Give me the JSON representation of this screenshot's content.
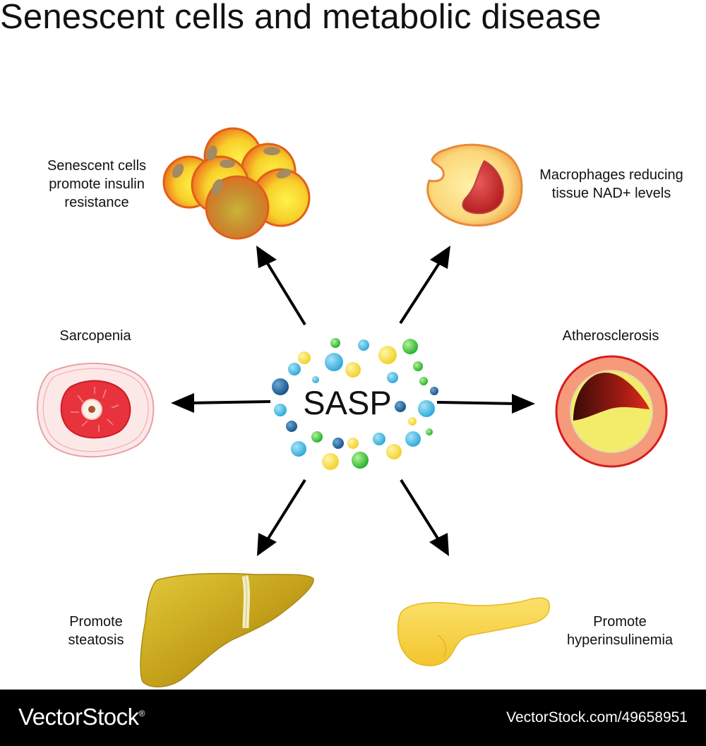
{
  "title": "Senescent cells and metabolic disease",
  "center_label": "SASP",
  "labels": {
    "insulin_resistance": [
      "Senescent cells",
      "promote insulin",
      "resistance"
    ],
    "macrophages": [
      "Macrophages reducing",
      "tissue NAD+ levels"
    ],
    "sarcopenia": [
      "Sarcopenia"
    ],
    "atherosclerosis": [
      "Atherosclerosis"
    ],
    "steatosis": [
      "Promote",
      "steatosis"
    ],
    "hyperinsulinemia": [
      "Promote",
      "hyperinsulinemia"
    ]
  },
  "footer": {
    "brand": "VectorStock",
    "brand_mark": "®",
    "image_id": "VectorStock.com/49658951"
  },
  "colors": {
    "arrow": "#000000",
    "dot_blue": "#3fb7e0",
    "dot_dark_blue": "#1e6fa8",
    "dot_yellow": "#f5dc3c",
    "dot_green": "#3cc83c",
    "liver": "#c9a716",
    "pancreas": "#f7d44a",
    "artery_wall": "#f59a7a",
    "plaque": "#f3ec6a"
  },
  "icons": [
    "fat-cells-icon",
    "macrophage-icon",
    "muscle-cross-section-icon",
    "artery-cross-section-icon",
    "liver-icon",
    "pancreas-icon"
  ]
}
